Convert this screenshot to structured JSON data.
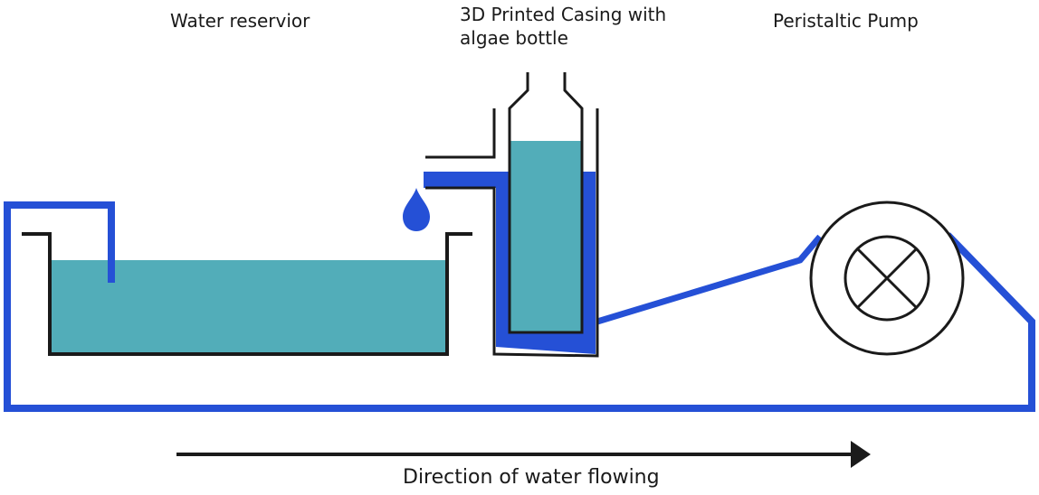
{
  "labels": {
    "reservoir": "Water reservior",
    "casing_line1": "3D Printed Casing with",
    "casing_line2": "algae bottle",
    "pump": "Peristaltic Pump",
    "flow": "Direction of water flowing"
  },
  "colors": {
    "pipe": "#2550d6",
    "water": "#52adb9",
    "outline": "#1a1a1a"
  }
}
